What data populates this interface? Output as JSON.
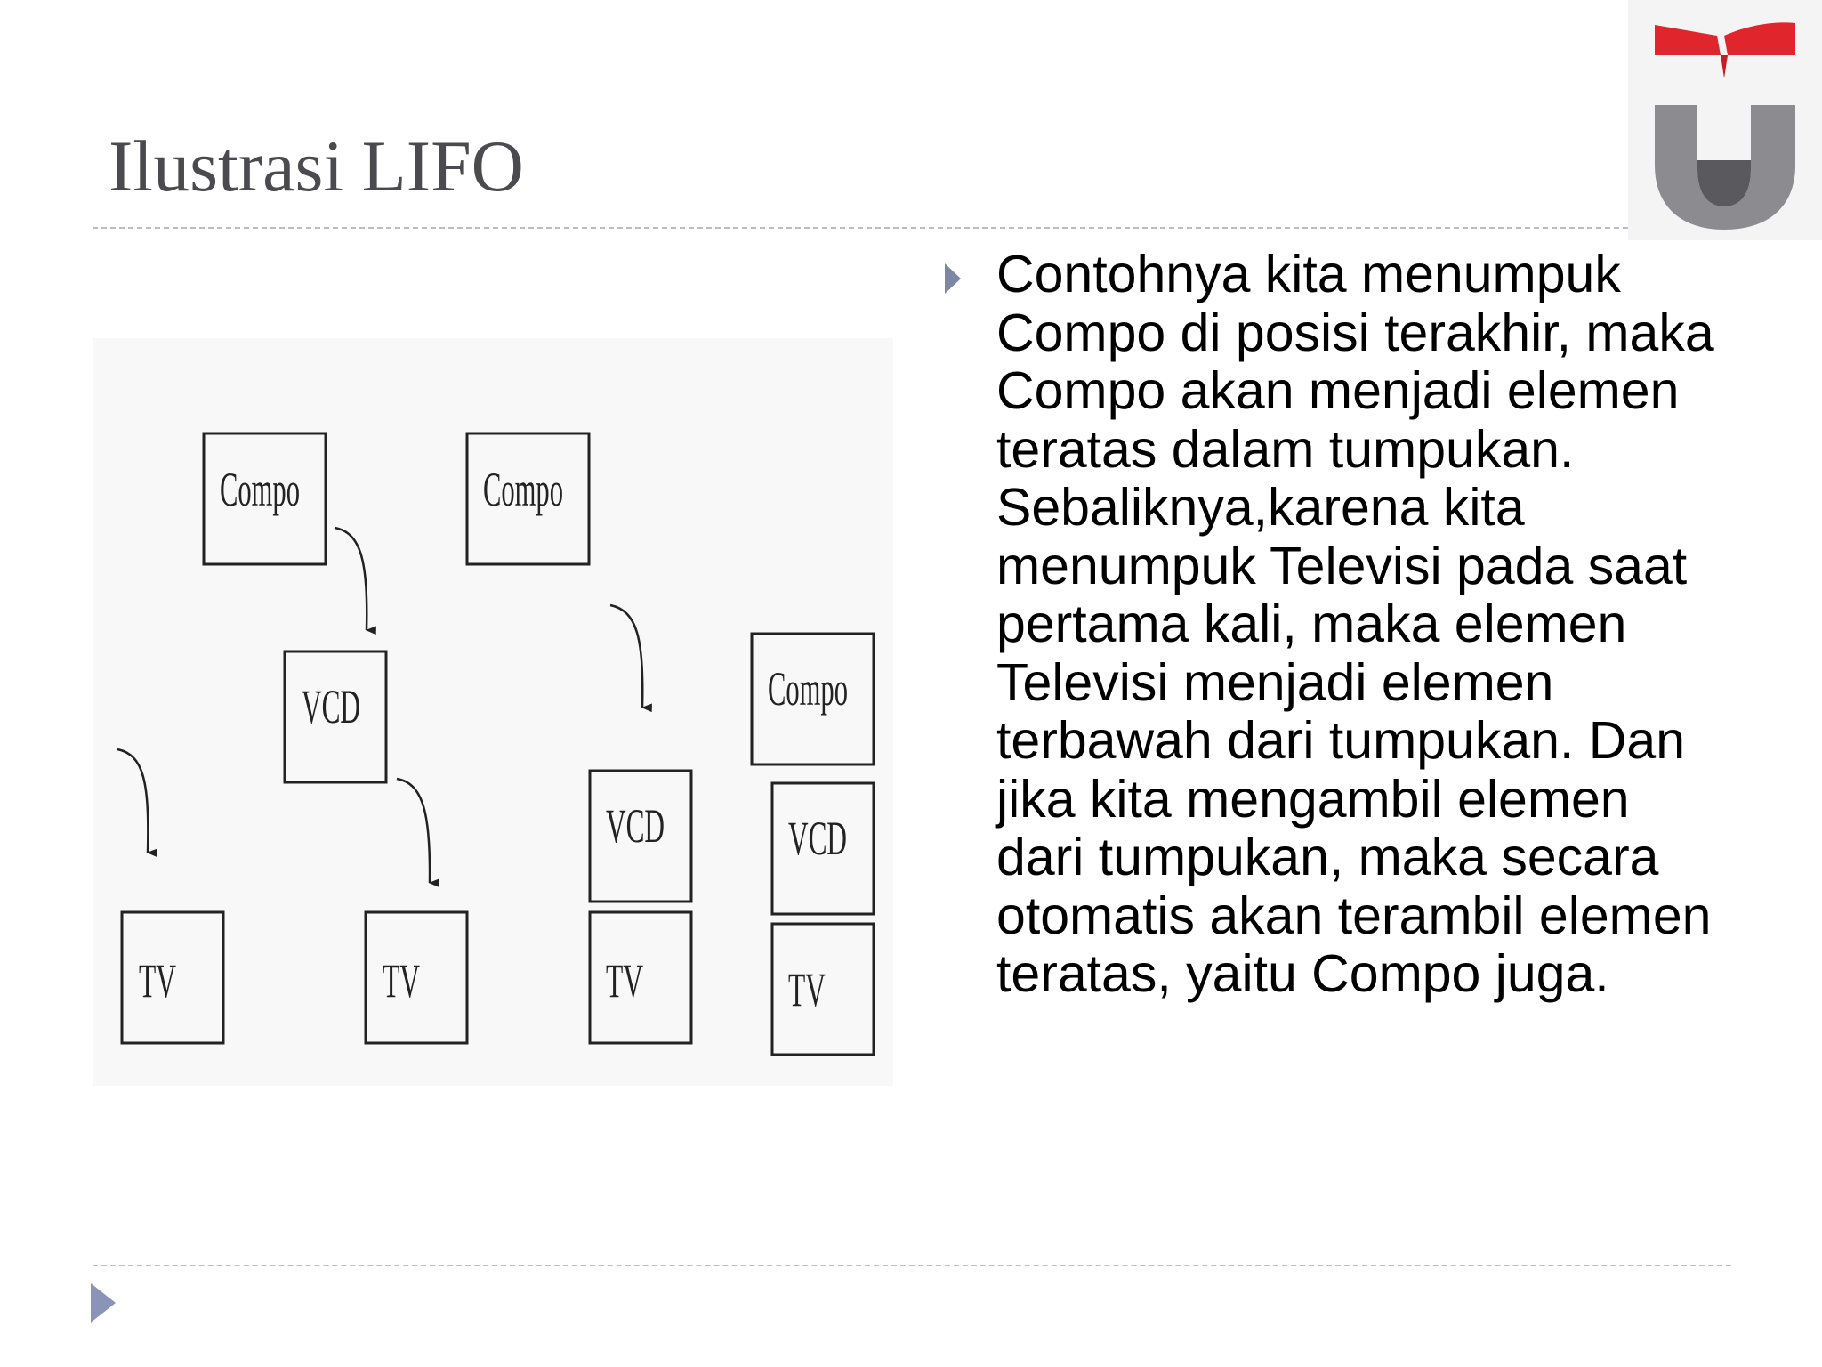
{
  "slide": {
    "title": "Ilustrasi LIFO",
    "bullet_text": "Contohnya kita menumpuk Compo di posisi terakhir, maka Compo akan menjadi elemen teratas dalam tumpukan. Sebaliknya,karena kita menumpuk Televisi pada saat pertama kali, maka elemen Televisi menjadi elemen terbawah dari tumpukan. Dan jika kita mengambil elemen dari tumpukan, maka secara otomatis akan terambil elemen teratas, yaitu Compo juga."
  },
  "logo": {
    "icon": "institution-logo",
    "colors": {
      "red": "#e0262c",
      "gray": "#8c8c90",
      "dark_gray": "#5a5a5e"
    }
  },
  "diagram": {
    "boxes": {
      "compo": "Compo",
      "vcd": "VCD",
      "tv": "TV"
    }
  },
  "colors": {
    "title": "#4a4a4f",
    "rule": "#b7bcc6",
    "bullet": "#7f86a3",
    "nav_arrow": "#8a94b8"
  }
}
